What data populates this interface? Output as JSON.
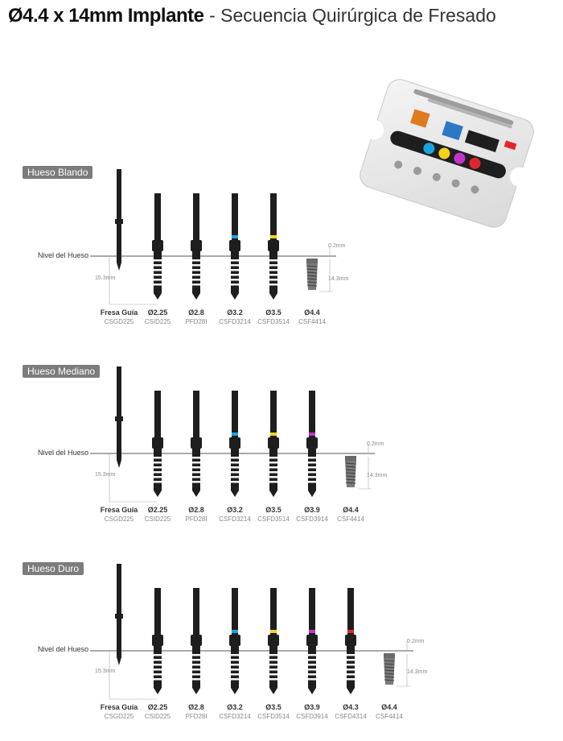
{
  "header": {
    "title_bold": "Ø4.4 x 14mm Implante",
    "title_rest": "- Secuencia Quirúrgica de Fresado"
  },
  "common": {
    "bone_level": "Nivel del Hueso",
    "top_dim": "0.2mm",
    "right_dim": "14.3mm",
    "left_dim": "15.3mm"
  },
  "colors": {
    "d32": "#1aa3e0",
    "d35": "#f1d41a",
    "d39": "#c335c9",
    "d43": "#e0262d",
    "drill": "#1e1e1e"
  },
  "sections": [
    {
      "label": "Hueso Blando",
      "tools": [
        {
          "name": "Fresa Guía",
          "code": "CSGD225",
          "type": "guide"
        },
        {
          "name": "Ø2.25",
          "code": "CSID225",
          "type": "drill",
          "ring": ""
        },
        {
          "name": "Ø2.8",
          "code": "PFD28I",
          "type": "drill",
          "ring": ""
        },
        {
          "name": "Ø3.2",
          "code": "CSFD3214",
          "type": "drill",
          "ring": "#1aa3e0"
        },
        {
          "name": "Ø3.5",
          "code": "CSFD3514",
          "type": "drill",
          "ring": "#f1d41a"
        },
        {
          "name": "Ø4.4",
          "code": "CSF4414",
          "type": "implant"
        }
      ]
    },
    {
      "label": "Hueso Mediano",
      "tools": [
        {
          "name": "Fresa Guía",
          "code": "CSGD225",
          "type": "guide"
        },
        {
          "name": "Ø2.25",
          "code": "CSID225",
          "type": "drill",
          "ring": ""
        },
        {
          "name": "Ø2.8",
          "code": "PFD28I",
          "type": "drill",
          "ring": ""
        },
        {
          "name": "Ø3.2",
          "code": "CSFD3214",
          "type": "drill",
          "ring": "#1aa3e0"
        },
        {
          "name": "Ø3.5",
          "code": "CSFD3514",
          "type": "drill",
          "ring": "#f1d41a"
        },
        {
          "name": "Ø3.9",
          "code": "CSFD3914",
          "type": "drill",
          "ring": "#c335c9"
        },
        {
          "name": "Ø4.4",
          "code": "CSF4414",
          "type": "implant"
        }
      ]
    },
    {
      "label": "Hueso Duro",
      "tools": [
        {
          "name": "Fresa Guía",
          "code": "CSGD225",
          "type": "guide"
        },
        {
          "name": "Ø2.25",
          "code": "CSID225",
          "type": "drill",
          "ring": ""
        },
        {
          "name": "Ø2.8",
          "code": "PFD28I",
          "type": "drill",
          "ring": ""
        },
        {
          "name": "Ø3.2",
          "code": "CSFD3214",
          "type": "drill",
          "ring": "#1aa3e0"
        },
        {
          "name": "Ø3.5",
          "code": "CSFD3514",
          "type": "drill",
          "ring": "#f1d41a"
        },
        {
          "name": "Ø3.9",
          "code": "CSFD3914",
          "type": "drill",
          "ring": "#c335c9"
        },
        {
          "name": "Ø4.3",
          "code": "CSFD4314",
          "type": "drill",
          "ring": "#e0262d"
        },
        {
          "name": "Ø4.4",
          "code": "CSF4414",
          "type": "implant"
        }
      ]
    }
  ]
}
